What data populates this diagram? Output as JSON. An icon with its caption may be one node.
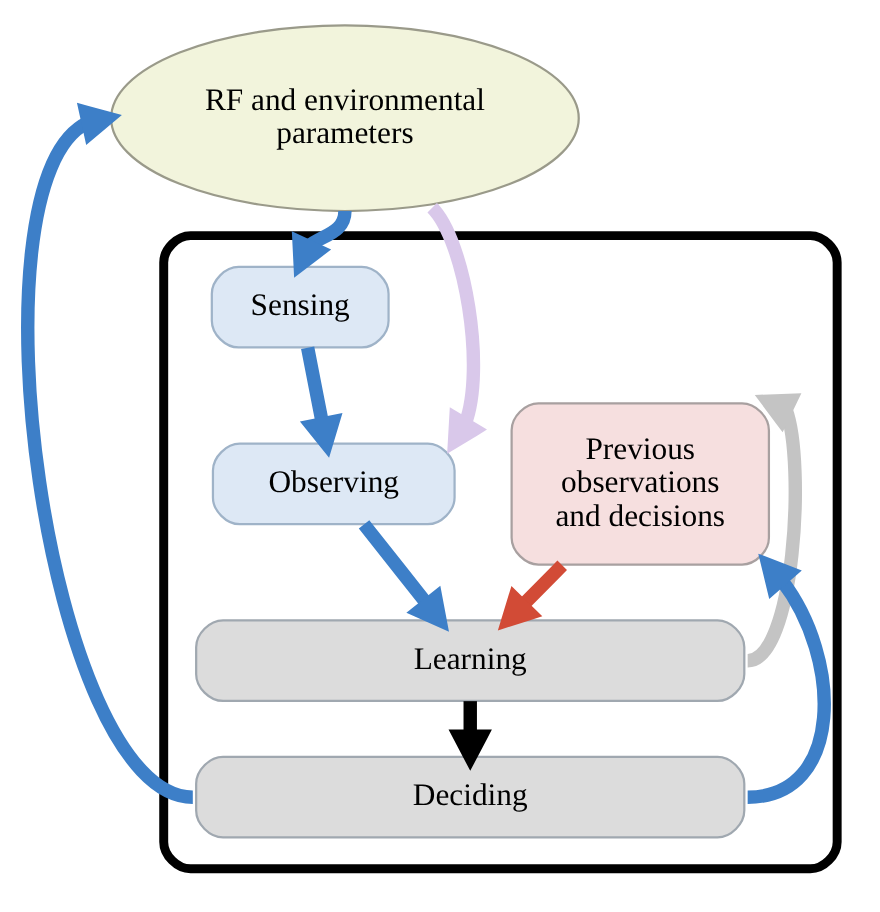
{
  "diagram": {
    "nodes": [
      {
        "text": [
          "RF and environmental parameters"
        ]
      },
      {
        "text": [],
        "shape": "box"
      },
      {
        "text": [
          "Sensing"
        ],
        "in": 1
      },
      {
        "text": [
          "Observing"
        ],
        "in": 1
      },
      {
        "text": [
          "Previous observations and decisions"
        ],
        "in": 1
      },
      {
        "text": [
          "Learning"
        ],
        "in": 1
      },
      {
        "text": [
          "Deciding"
        ],
        "in": 1
      }
    ],
    "edges": [
      {
        "from": 0,
        "to": 2,
        "arrow": "to"
      },
      {
        "from": 2,
        "to": 3,
        "arrow": "to"
      },
      {
        "from": 0,
        "to": 3,
        "arrow": "to",
        "color": "#d9c8ea"
      },
      {
        "from": 3,
        "to": 5,
        "arrow": "to"
      },
      {
        "from": 4,
        "to": 5,
        "arrow": "to",
        "color": "#d24b36"
      },
      {
        "from": 5,
        "to": 6,
        "arrow": "to",
        "color": "#000000"
      },
      {
        "from": 5,
        "to": 4,
        "arrow": "to",
        "color": "#c4c4c4"
      },
      {
        "from": 6,
        "to": 4,
        "arrow": "to"
      },
      {
        "from": 6,
        "to": 0,
        "arrow": "to"
      }
    ]
  }
}
